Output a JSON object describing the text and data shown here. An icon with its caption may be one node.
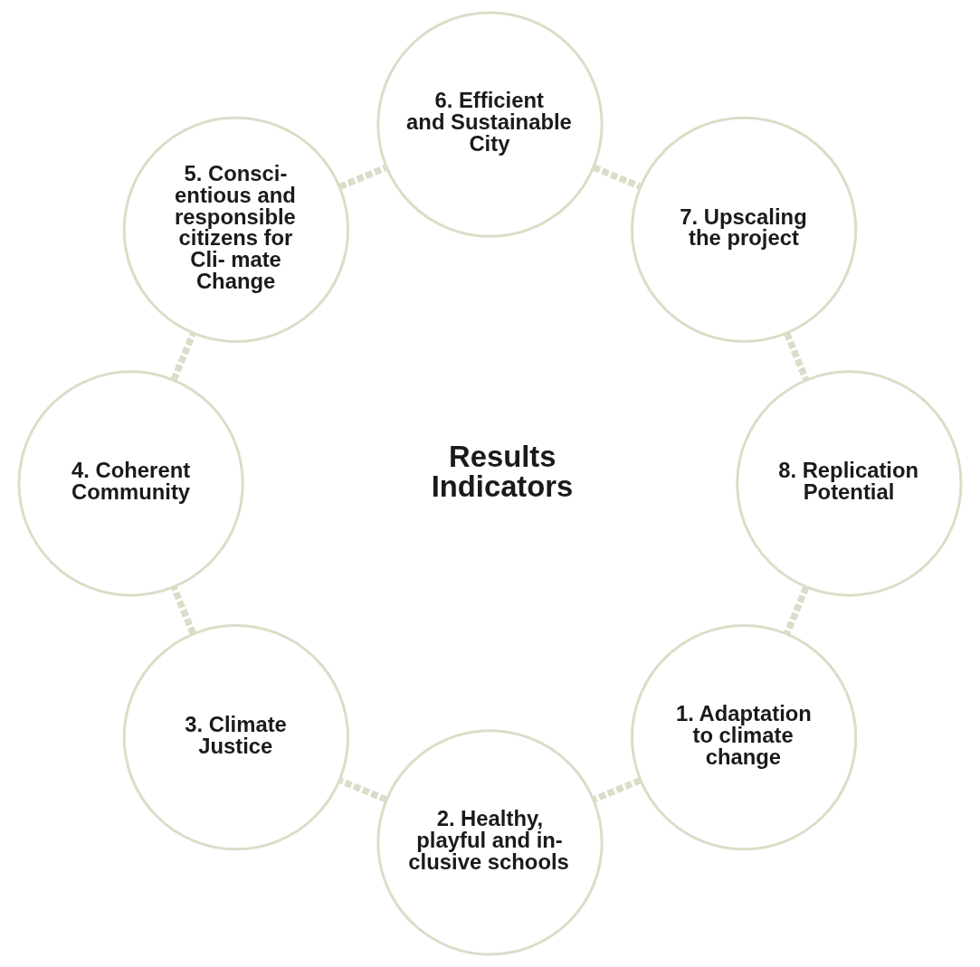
{
  "diagram": {
    "nodes": [
      {
        "text": [
          "1. Adaptation to climate change"
        ]
      },
      {
        "text": [
          "2. Healthy, playful and in- clusive schools"
        ]
      },
      {
        "text": [
          "3. Climate Justice"
        ]
      },
      {
        "text": [
          "4. Coherent Community"
        ]
      },
      {
        "text": [
          "5. Consci- entious and responsible citizens for Cli- mate Change"
        ]
      },
      {
        "text": [
          "6. Efficient and Sustainable City"
        ]
      },
      {
        "text": [
          "7. Upscaling the project"
        ]
      },
      {
        "text": [
          "8. Replication Potential"
        ]
      }
    ],
    "edges": [
      {
        "from": 0,
        "to": 1,
        "arrow": "none",
        "style": "dashed"
      },
      {
        "from": 1,
        "to": 2,
        "arrow": "none",
        "style": "dashed"
      },
      {
        "from": 2,
        "to": 3,
        "arrow": "none",
        "style": "dashed"
      },
      {
        "from": 3,
        "to": 4,
        "arrow": "none",
        "style": "dashed"
      },
      {
        "from": 4,
        "to": 5,
        "arrow": "none",
        "style": "dashed"
      },
      {
        "from": 5,
        "to": 6,
        "arrow": "none",
        "style": "dashed"
      },
      {
        "from": 6,
        "to": 7,
        "arrow": "none",
        "style": "dashed"
      },
      {
        "from": 7,
        "to": 0,
        "arrow": "none",
        "style": "dashed"
      }
    ],
    "labels": [
      "Results Indicators"
    ]
  }
}
